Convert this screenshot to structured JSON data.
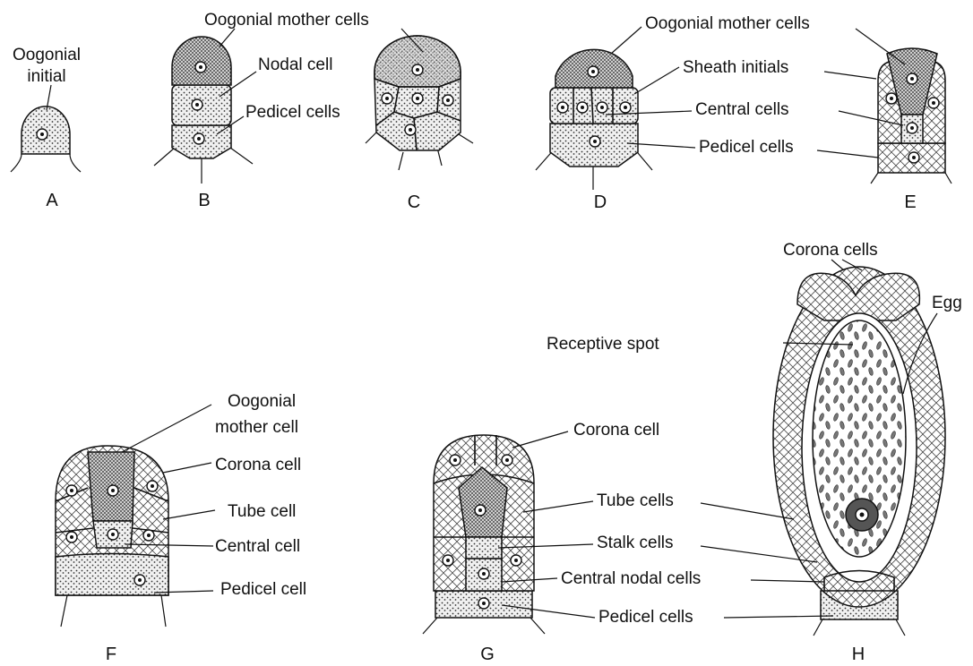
{
  "panels": {
    "A": "A",
    "B": "B",
    "C": "C",
    "D": "D",
    "E": "E",
    "F": "F",
    "G": "G",
    "H": "H"
  },
  "labels": {
    "a_oogonial_1": "Oogonial",
    "a_oogonial_2": "initial",
    "b_oogonial_mother": "Oogonial mother cells",
    "b_nodal": "Nodal cell",
    "b_pedicel": "Pedicel cells",
    "d_oogonial_mother": "Oogonial mother cells",
    "d_sheath": "Sheath initials",
    "d_central": "Central cells",
    "d_pedicel": "Pedicel cells",
    "f_oogonial_1": "Oogonial",
    "f_oogonial_2": "mother cell",
    "f_corona": "Corona cell",
    "f_tube": "Tube cell",
    "f_central": "Central cell",
    "f_pedicel": "Pedicel cell",
    "g_corona": "Corona  cell",
    "g_tube": "Tube cells",
    "g_stalk": "Stalk cells",
    "g_central_nodal": "Central nodal cells",
    "g_pedicel": "Pedicel cells",
    "h_corona": "Corona cells",
    "h_receptive": "Receptive spot",
    "h_egg": "Egg"
  },
  "colors": {
    "ink": "#111111",
    "paper": "#ffffff",
    "stipple": "#3a3a3a"
  }
}
